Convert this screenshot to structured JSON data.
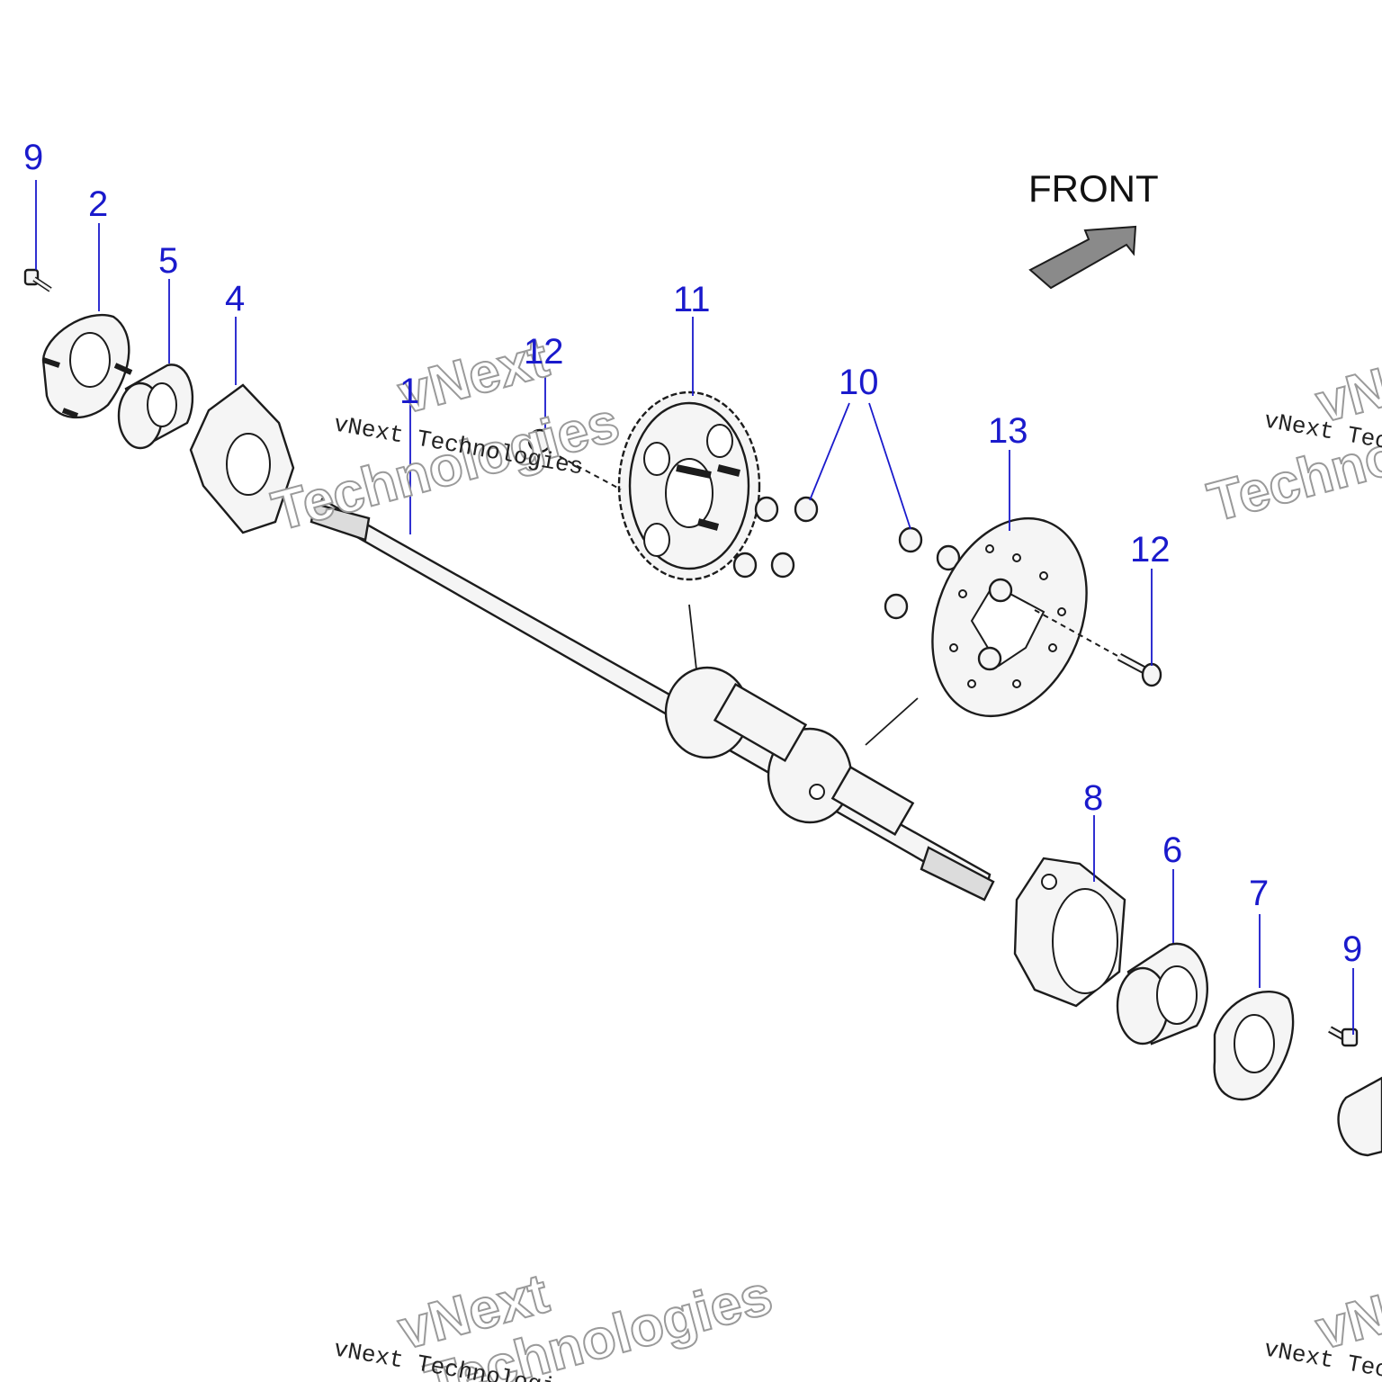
{
  "callouts": {
    "c9a": "9",
    "c2": "2",
    "c5": "5",
    "c4": "4",
    "c1": "1",
    "c12a": "12",
    "c11": "11",
    "c10": "10",
    "c13": "13",
    "c12b": "12",
    "c8": "8",
    "c6": "6",
    "c7": "7",
    "c9b": "9"
  },
  "direction": {
    "label": "FRONT"
  },
  "watermark": {
    "small_text": "vNext Technologies",
    "big_line1": "vNext",
    "big_line2": "Technologies"
  },
  "colors": {
    "callout": "#1a1acc",
    "part_fill": "#f5f5f5",
    "outline": "#1c1c1c",
    "arrow_fill": "#8a8a8a"
  }
}
